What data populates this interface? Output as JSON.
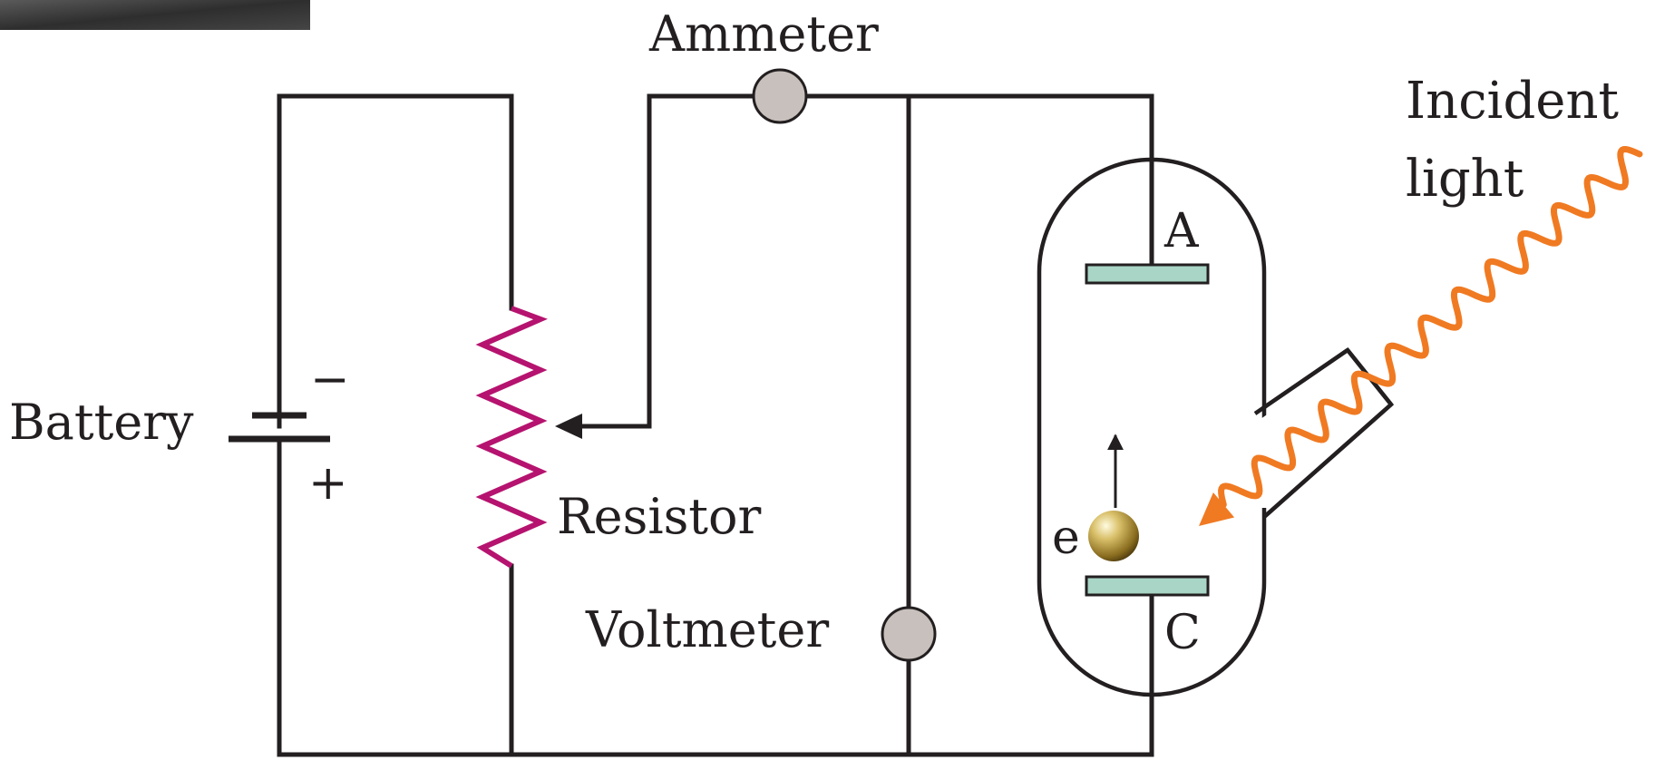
{
  "labels": {
    "ammeter": "Ammeter",
    "battery": "Battery",
    "battery_minus": "−",
    "battery_plus": "+",
    "resistor": "Resistor",
    "voltmeter": "Voltmeter",
    "incident_light_line1": "Incident",
    "incident_light_line2": "light",
    "anode": "A",
    "cathode": "C",
    "electron": "e"
  },
  "colors": {
    "wire": "#231f20",
    "resistor": "#b5136f",
    "light_wave": "#f07a22",
    "plate": "#a8d5c5",
    "meter_fill": "#c8c0bc",
    "electron": "#b89a3c",
    "photo_corner": "#3a3a3a"
  },
  "icons": {
    "ammeter": "meter-circle-icon",
    "voltmeter": "meter-circle-icon",
    "electron": "sphere-icon",
    "light": "wavy-arrow-icon"
  }
}
